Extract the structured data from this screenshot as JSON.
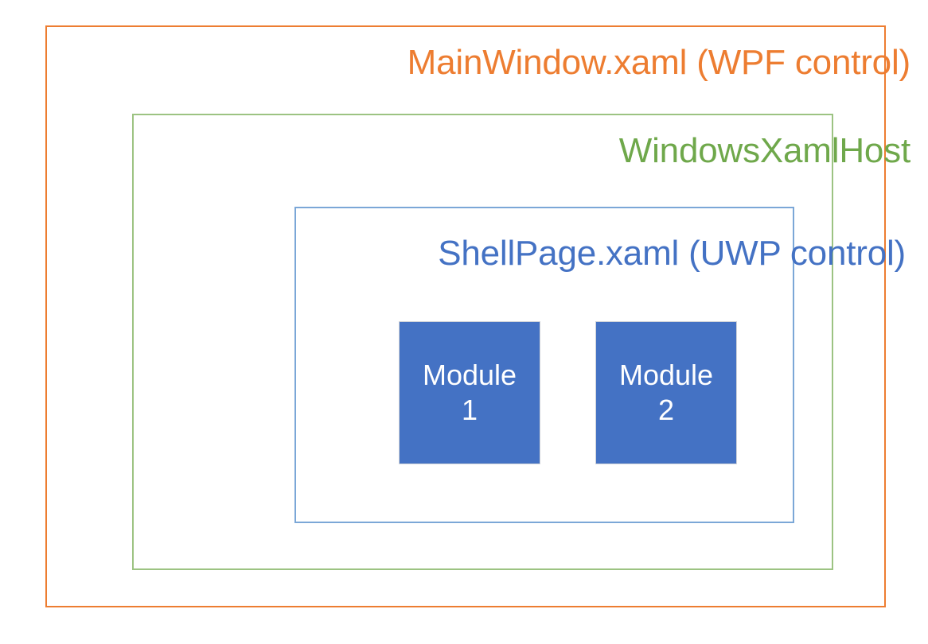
{
  "diagram": {
    "type": "nested-containers",
    "background_color": "#ffffff",
    "layers": [
      {
        "id": "mainwindow",
        "title": "MainWindow.xaml (WPF control)",
        "border_color": "#ED7D31",
        "title_color": "#ED7D31"
      },
      {
        "id": "windowsxamlhost",
        "title": "WindowsXamlHost",
        "border_color": "#9CC382",
        "title_color": "#6FA84B"
      },
      {
        "id": "shellpage",
        "title": "ShellPage.xaml (UWP control)",
        "border_color": "#7BA7D7",
        "title_color": "#4472C4"
      }
    ],
    "modules": [
      {
        "id": "module-1",
        "line1": "Module",
        "line2": "1",
        "fill_color": "#4472C4",
        "text_color": "#FFFFFF",
        "border_color": "#D0D3D8"
      },
      {
        "id": "module-2",
        "line1": "Module",
        "line2": "2",
        "fill_color": "#4472C4",
        "text_color": "#FFFFFF",
        "border_color": "#D0D3D8"
      }
    ]
  }
}
